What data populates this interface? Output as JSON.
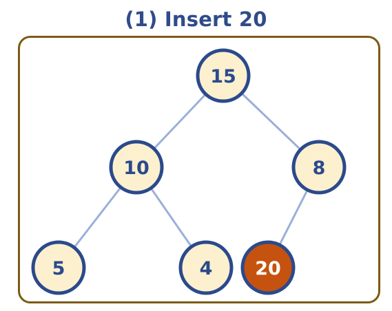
{
  "title": "(1) Insert 20",
  "colors": {
    "title": "#2f4b8a",
    "frame_border": "#7a5b12",
    "node_fill": "#fdf0cf",
    "node_stroke": "#2b4a8b",
    "node_text": "#2b4a8b",
    "inserted_fill": "#c6520f",
    "inserted_stroke": "#2b4a8b",
    "inserted_text": "#ffffff",
    "edge": "#9ab0d8"
  },
  "tree": {
    "nodes": [
      {
        "id": "n15",
        "label": "15",
        "highlighted": false
      },
      {
        "id": "n10",
        "label": "10",
        "highlighted": false
      },
      {
        "id": "n8",
        "label": "8",
        "highlighted": false
      },
      {
        "id": "n5",
        "label": "5",
        "highlighted": false
      },
      {
        "id": "n4",
        "label": "4",
        "highlighted": false
      },
      {
        "id": "n20",
        "label": "20",
        "highlighted": true
      }
    ],
    "edges": [
      {
        "from": "n15",
        "to": "n10"
      },
      {
        "from": "n15",
        "to": "n8"
      },
      {
        "from": "n10",
        "to": "n5"
      },
      {
        "from": "n10",
        "to": "n4"
      },
      {
        "from": "n8",
        "to": "n20"
      }
    ]
  }
}
